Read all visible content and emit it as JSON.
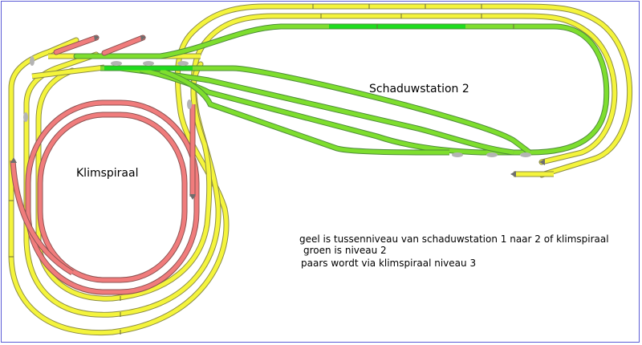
{
  "labels": {
    "station": "Schaduwstation 2",
    "spiral": "Klimspiraal",
    "legend_line1": "geel is tussenniveau van schaduwstation 1 naar 2 of klimspiraal",
    "legend_line2": "groen is niveau 2",
    "legend_line3": "paars wordt via klimspiraal niveau 3"
  },
  "colors": {
    "yellow_fill": "#f4f43c",
    "yellow_edge": "#8c8c46",
    "green_fill": "#7ede2e",
    "green_bright": "#1edc1e",
    "green_edge": "#4e8c3a",
    "red_fill": "#f07c7c",
    "red_edge": "#8c5252",
    "frame": "#5b5bd6",
    "switch_grey": "#b4b4b4"
  }
}
